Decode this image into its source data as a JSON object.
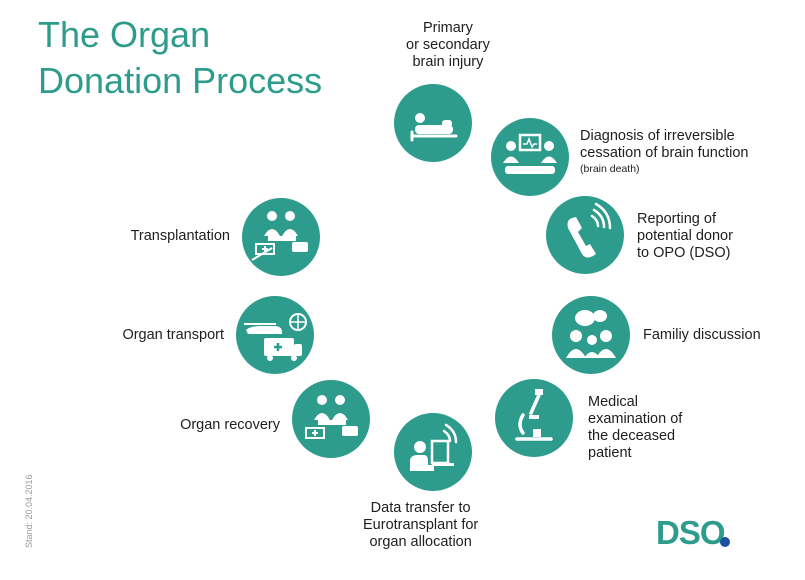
{
  "title": {
    "line1": "The Organ",
    "line2": "Donation Process"
  },
  "steps": [
    {
      "id": "injury",
      "lines": [
        "Primary",
        "or secondary",
        "brain injury"
      ],
      "icon": "patient-bed-icon"
    },
    {
      "id": "diagnosis",
      "lines": [
        "Diagnosis of irreversible",
        "cessation of brain function"
      ],
      "note": "(brain death)",
      "icon": "doctors-monitor-icon"
    },
    {
      "id": "reporting",
      "lines": [
        "Reporting of",
        "potential donor",
        "to OPO (DSO)"
      ],
      "icon": "phone-icon"
    },
    {
      "id": "family",
      "lines": [
        "Familiy discussion"
      ],
      "icon": "family-group-icon"
    },
    {
      "id": "examination",
      "lines": [
        "Medical",
        "examination of",
        "the deceased",
        "patient"
      ],
      "icon": "microscope-icon"
    },
    {
      "id": "data",
      "lines": [
        "Data transfer to",
        "Eurotransplant for",
        "organ allocation"
      ],
      "icon": "computer-user-icon"
    },
    {
      "id": "recovery",
      "lines": [
        "Organ recovery"
      ],
      "icon": "surgeons-icon"
    },
    {
      "id": "transport",
      "lines": [
        "Organ transport"
      ],
      "icon": "helicopter-ambulance-icon"
    },
    {
      "id": "transplant",
      "lines": [
        "Transplantation"
      ],
      "icon": "surgeons-icon"
    }
  ],
  "stamp": "Stand: 20.04.2016",
  "logo": {
    "text": "DSO",
    "accent": "#1b4fa0"
  },
  "colors": {
    "circle": "#2e9c8c",
    "title": "#2e9c8c",
    "icon": "#ffffff"
  }
}
